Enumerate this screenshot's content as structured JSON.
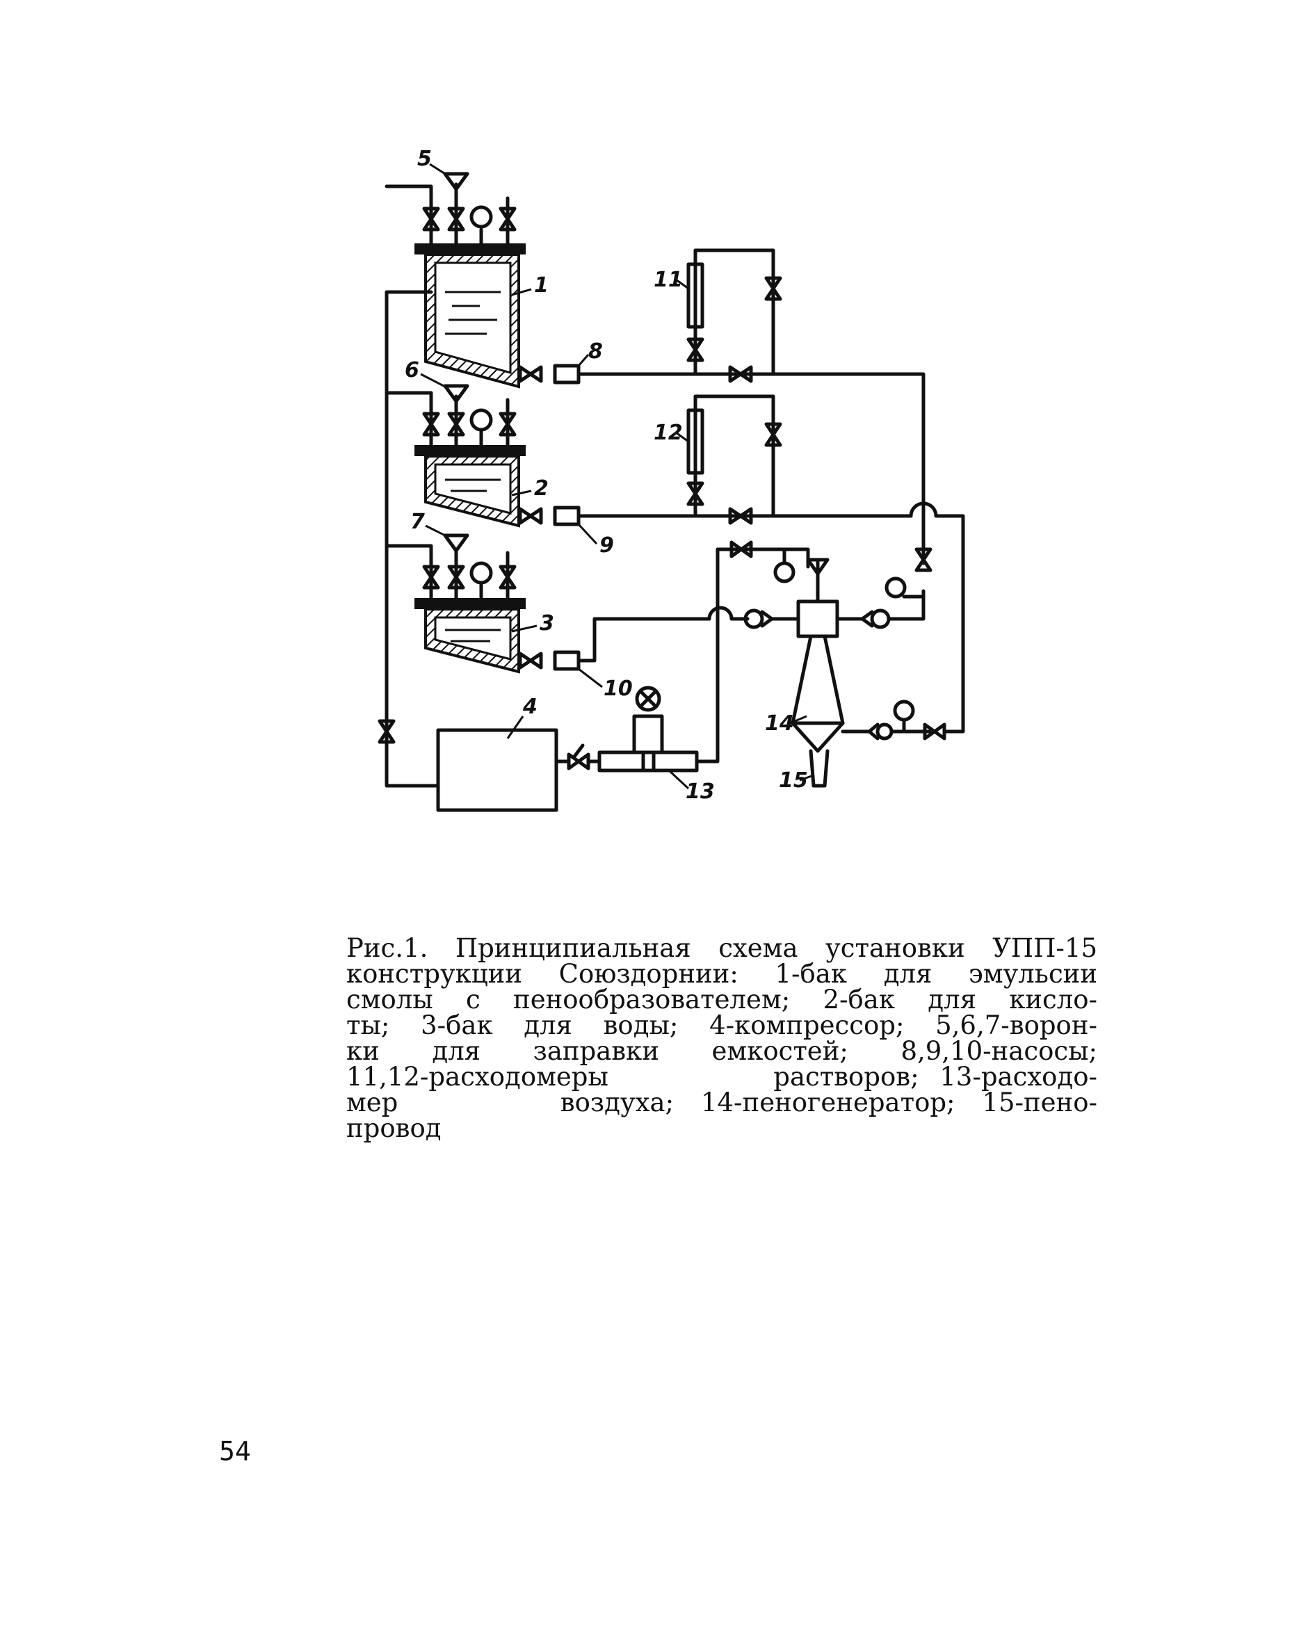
{
  "figure": {
    "labels": {
      "l1": "1",
      "l2": "2",
      "l3": "3",
      "l4": "4",
      "l5": "5",
      "l6": "6",
      "l7": "7",
      "l8": "8",
      "l9": "9",
      "l10": "10",
      "l11": "11",
      "l12": "12",
      "l13": "13",
      "l14": "14",
      "l15": "15"
    }
  },
  "caption": {
    "lines": [
      "Рис.1. Принципиальная схема установки УПП-15",
      "конструкции Союздорнии: 1-бак для эмульсии",
      "смолы с пенообразователем; 2-бак для кисло-",
      "ты; 3-бак для воды; 4-компрессор; 5,6,7-ворон-",
      "ки для заправки емкостей; 8,9,10-насосы;",
      "11,12-расходомеры        растворов; 13-расходо-",
      "мер      воздуха; 14-пеногенератор; 15-пено-",
      "провод"
    ]
  },
  "page_number": "54"
}
